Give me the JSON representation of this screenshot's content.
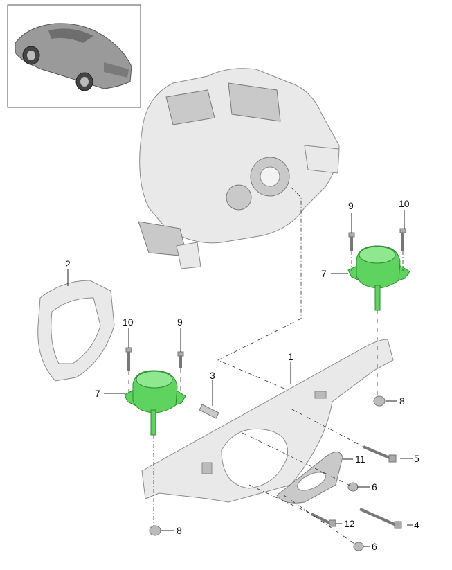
{
  "callouts": {
    "c1": "1",
    "c2": "2",
    "c3": "3",
    "c4": "4",
    "c5": "5",
    "c6a": "6",
    "c6b": "6",
    "c7a": "7",
    "c7b": "7",
    "c8a": "8",
    "c8b": "8",
    "c9a": "9",
    "c9b": "9",
    "c10a": "10",
    "c10b": "10",
    "c11": "11",
    "c12": "12"
  },
  "colors": {
    "mount_highlight": "#5fd35f",
    "part_grey": "#e9e9e9"
  }
}
